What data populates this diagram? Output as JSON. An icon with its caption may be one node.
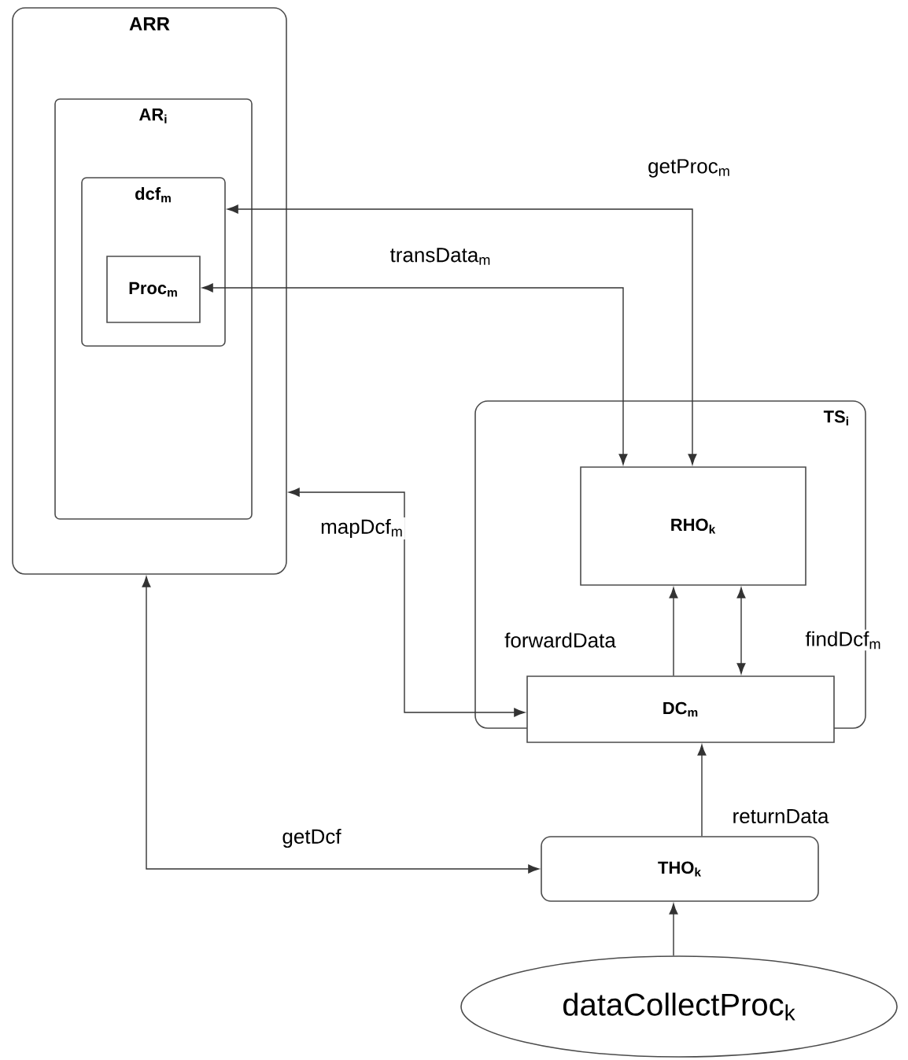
{
  "diagram": {
    "nodes": [
      {
        "text": [
          "ARR"
        ]
      },
      {
        "text": [
          "AR$_{i}$"
        ],
        "in": 0
      },
      {
        "text": [
          "dcf$_{m}$"
        ],
        "in": 1
      },
      {
        "text": [
          "Proc$_{m}$"
        ],
        "in": 2
      },
      {
        "text": [
          "TS$_{i}$"
        ]
      },
      {
        "text": [
          "RHO$_{k}$"
        ],
        "in": 4
      },
      {
        "text": [
          "DC$_{m}$"
        ],
        "in": 4
      },
      {
        "text": [
          "THO$_{k}$"
        ]
      },
      {
        "text": [
          "dataCollectProc$_{k}$"
        ]
      }
    ],
    "edges": [
      {
        "from": 5,
        "to": 2,
        "arrow": "both",
        "label": "getProc$_{m}$"
      },
      {
        "from": 5,
        "to": 3,
        "arrow": "both",
        "label": "transData$_{m}$"
      },
      {
        "from": 0,
        "to": 6,
        "arrow": "both",
        "label": "mapDcf$_{m}$"
      },
      {
        "from": 6,
        "to": 5,
        "arrow": "to",
        "label": "forwardData"
      },
      {
        "from": 6,
        "to": 5,
        "arrow": "both",
        "label": "findDcf$_{m}$"
      },
      {
        "from": 7,
        "to": 0,
        "arrow": "both",
        "label": "getDcf"
      },
      {
        "from": 7,
        "to": 6,
        "arrow": "to",
        "label": "returnData"
      },
      {
        "from": 8,
        "to": 7,
        "arrow": "to"
      }
    ]
  }
}
